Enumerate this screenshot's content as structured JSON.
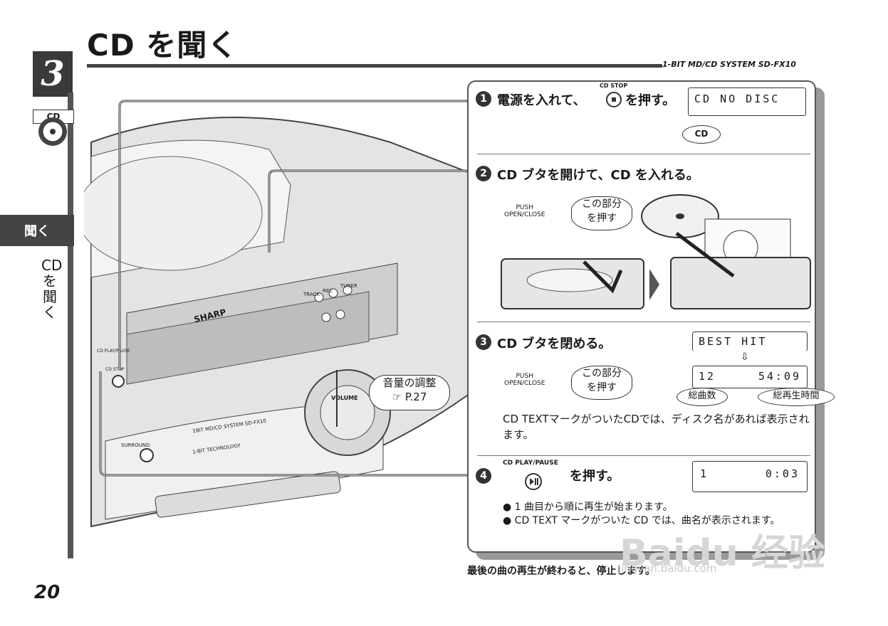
{
  "chapter": {
    "number": "3",
    "cd_label": "CD",
    "tab": "聞く",
    "vertical": "CDを聞く"
  },
  "header": {
    "title": "CD を聞く",
    "model": "1-BIT MD/CD SYSTEM  SD-FX10"
  },
  "page_number": "20",
  "callout_volume": {
    "line1": "音量の調整",
    "line2": "P.27"
  },
  "steps": [
    {
      "num": "1",
      "pre": "電源を入れて、",
      "button": "CD STOP",
      "post": "を押す。",
      "lcd": "CD NO DISC",
      "badge": "CD"
    },
    {
      "num": "2",
      "text": "CD ブタを開けて、CD を入れる。",
      "push": "PUSH",
      "open_close": "OPEN/CLOSE",
      "bubble1": "この部分",
      "bubble2": "を押す"
    },
    {
      "num": "3",
      "text": "CD ブタを閉める。",
      "push": "PUSH",
      "open_close": "OPEN/CLOSE",
      "bubble1": "この部分",
      "bubble2": "を押す",
      "lcd_top": "BEST HIT",
      "lcd_track": "12",
      "lcd_time": "54:09",
      "label_tracks": "総曲数",
      "label_time": "総再生時間",
      "note": "CD TEXTマークがついたCDでは、ディスク名があれば表示されます。"
    },
    {
      "num": "4",
      "button": "CD PLAY/PAUSE",
      "post": "を押す。",
      "lcd_track": "1",
      "lcd_time": "0:03",
      "bullets": [
        "1 曲目から順に再生が始まります。",
        "CD TEXT マークがついた CD では、曲名が表示されます。"
      ]
    }
  ],
  "footer_note": "最後の曲の再生が終わると、停止します。",
  "device": {
    "brand": "SHARP",
    "volume": "VOLUME",
    "model_text": "1BIT MD/CD SYSTEM SD-FX10",
    "tech": "1-BIT TECHNOLOGY",
    "surround": "SURROUND",
    "track": "TRACK",
    "rec": "REC",
    "tuner": "TUNER",
    "play": "CD PLAY/PAUSE",
    "stop": "CD STOP"
  },
  "watermark": {
    "main": "Baidu 经验",
    "url": "jingyan.baidu.com"
  }
}
